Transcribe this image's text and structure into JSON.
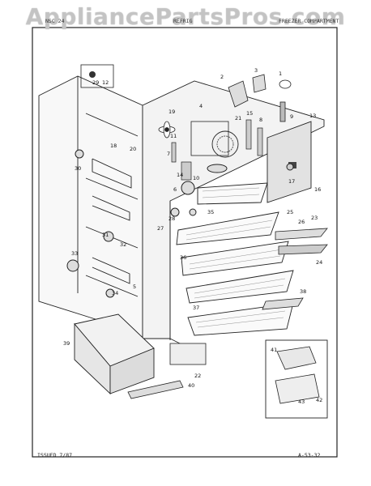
{
  "watermark": "AppliancePartsPros.com",
  "header": {
    "model": "NSC 24",
    "group": "REFRIG",
    "section": "FREEZER COMPARTMENT"
  },
  "footer": {
    "issued": "ISSUED 7/87",
    "page_code": "A-53-32"
  },
  "callouts": [
    "1",
    "2",
    "3",
    "4",
    "5",
    "6",
    "7",
    "8",
    "9",
    "10",
    "11",
    "12",
    "13",
    "14",
    "15",
    "16",
    "17",
    "18",
    "19",
    "20",
    "21",
    "22",
    "23",
    "24",
    "25",
    "26",
    "27",
    "28",
    "29",
    "30",
    "31",
    "32",
    "33",
    "34",
    "35",
    "36",
    "37",
    "38",
    "39",
    "40",
    "41",
    "42",
    "43"
  ]
}
